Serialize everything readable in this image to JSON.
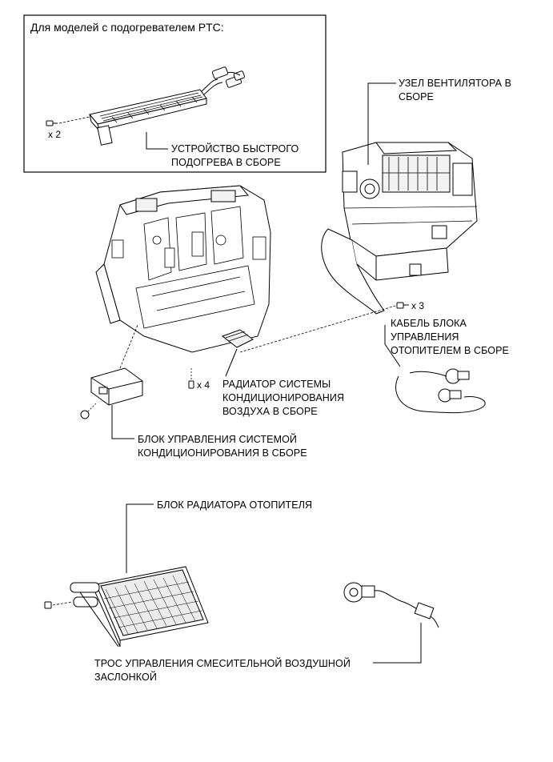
{
  "inset": {
    "title": "Для моделей с подогревателем PTC:",
    "qty_screws": "x 2",
    "ptc_label_line1": "УСТРОЙСТВО БЫСТРОГО",
    "ptc_label_line2": "ПОДОГРЕВА В СБОРЕ"
  },
  "labels": {
    "blower_line1": "УЗЕЛ ВЕНТИЛЯТОРА В",
    "blower_line2": "СБОРЕ",
    "cable_line1": "КАБЕЛЬ БЛОКА",
    "cable_line2": "УПРАВЛЕНИЯ",
    "cable_line3": "ОТОПИТЕЛЕМ В СБОРЕ",
    "evap_line1": "РАДИАТОР СИСТЕМЫ",
    "evap_line2": "КОНДИЦИОНИРОВАНИЯ",
    "evap_line3": "ВОЗДУХА В СБОРЕ",
    "ecu_line1": "БЛОК УПРАВЛЕНИЯ СИСТЕМОЙ",
    "ecu_line2": "КОНДИЦИОНИРОВАНИЯ В СБОРЕ",
    "heater_core": "БЛОК РАДИАТОРА ОТОПИТЕЛЯ",
    "damper_line1": "ТРОС УПРАВЛЕНИЯ СМЕСИТЕЛЬНОЙ ВОЗДУШНОЙ",
    "damper_line2": "ЗАСЛОНКОЙ"
  },
  "quantities": {
    "blower_screws": "x 3",
    "evap_screws": "x 4"
  },
  "colors": {
    "line": "#000000",
    "background": "#ffffff",
    "fill_light": "#f2f2f2"
  }
}
